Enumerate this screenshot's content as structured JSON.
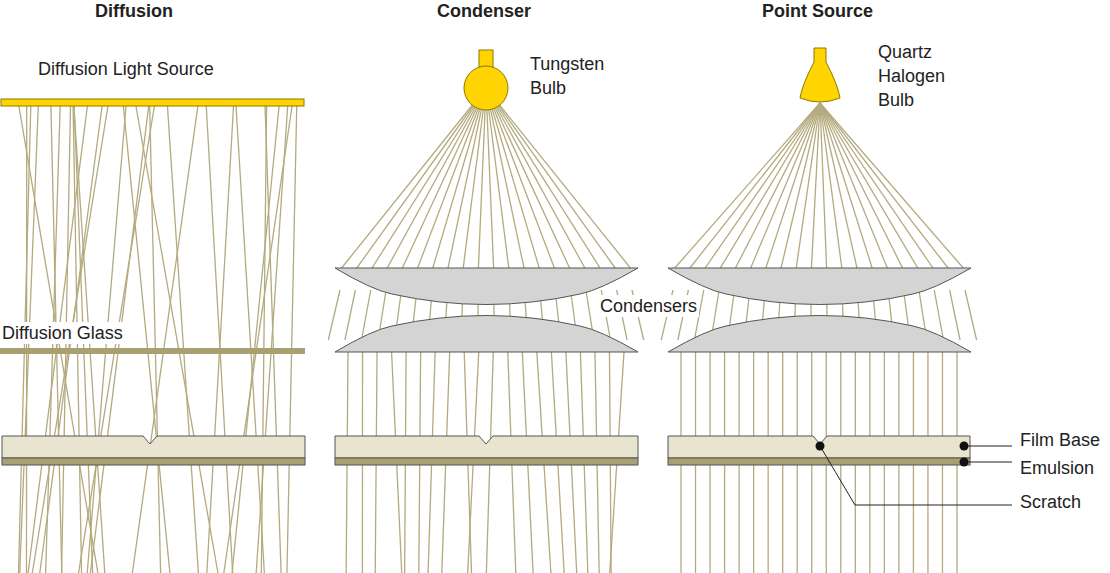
{
  "diagram": {
    "labels": [
      "Diffusion",
      "Condenser",
      "Point Source",
      "Diffusion Light Source",
      "Tungsten Bulb",
      "Quartz Halogen Bulb",
      "Diffusion Glass",
      "Condensers",
      "Film Base",
      "Emulsion",
      "Scratch"
    ]
  }
}
